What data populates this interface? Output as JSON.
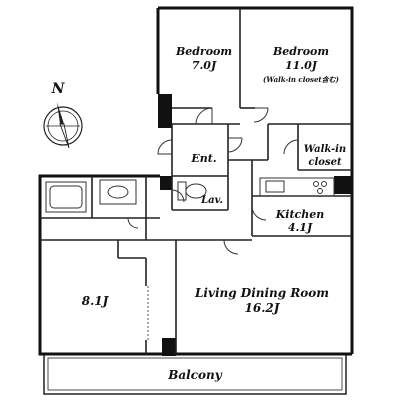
{
  "compass": {
    "label": "N"
  },
  "rooms": {
    "bedroom1": {
      "name": "Bedroom",
      "size": "7.0J"
    },
    "bedroom2": {
      "name": "Bedroom",
      "size": "11.0J",
      "note": "(Walk-in closet含む)"
    },
    "entrance": {
      "name": "Ent."
    },
    "walkin": {
      "name_line1": "Walk-in",
      "name_line2": "closet"
    },
    "lavatory": {
      "name": "Lav."
    },
    "kitchen": {
      "name": "Kitchen",
      "size": "4.1J"
    },
    "living": {
      "name": "Living Dining Room",
      "size": "16.2J"
    },
    "western": {
      "size": "8.1J"
    },
    "balcony": {
      "name": "Balcony"
    }
  }
}
